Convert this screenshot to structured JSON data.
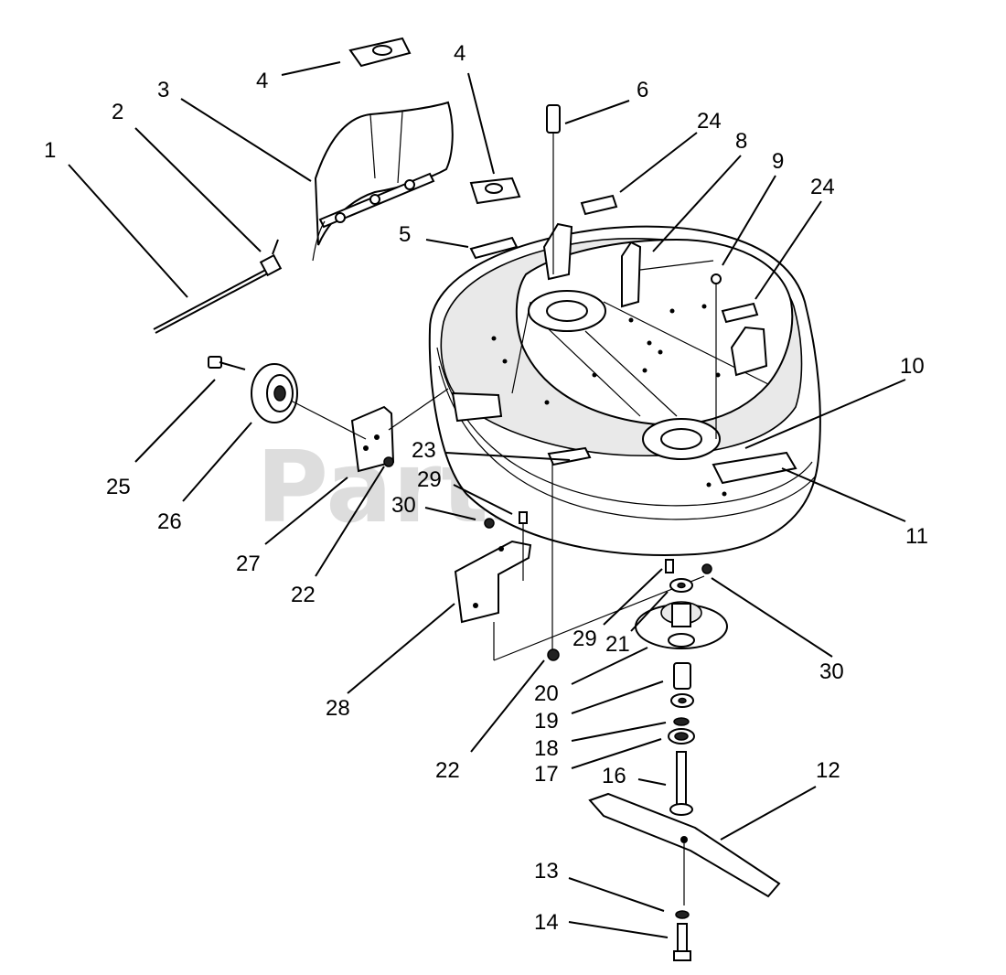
{
  "watermark": "PartsTree",
  "callouts": [
    {
      "id": "c1",
      "text": "1"
    },
    {
      "id": "c2",
      "text": "2"
    },
    {
      "id": "c3",
      "text": "3"
    },
    {
      "id": "c4a",
      "text": "4"
    },
    {
      "id": "c4b",
      "text": "4"
    },
    {
      "id": "c5",
      "text": "5"
    },
    {
      "id": "c6",
      "text": "6"
    },
    {
      "id": "c24a",
      "text": "24"
    },
    {
      "id": "c8",
      "text": "8"
    },
    {
      "id": "c9",
      "text": "9"
    },
    {
      "id": "c24b",
      "text": "24"
    },
    {
      "id": "c10",
      "text": "10"
    },
    {
      "id": "c11",
      "text": "11"
    },
    {
      "id": "c23",
      "text": "23"
    },
    {
      "id": "c29a",
      "text": "29"
    },
    {
      "id": "c30a",
      "text": "30"
    },
    {
      "id": "c25",
      "text": "25"
    },
    {
      "id": "c26",
      "text": "26"
    },
    {
      "id": "c27",
      "text": "27"
    },
    {
      "id": "c22a",
      "text": "22"
    },
    {
      "id": "c28",
      "text": "28"
    },
    {
      "id": "c29b",
      "text": "29"
    },
    {
      "id": "c21",
      "text": "21"
    },
    {
      "id": "c30b",
      "text": "30"
    },
    {
      "id": "c20",
      "text": "20"
    },
    {
      "id": "c19",
      "text": "19"
    },
    {
      "id": "c18",
      "text": "18"
    },
    {
      "id": "c17",
      "text": "17"
    },
    {
      "id": "c22b",
      "text": "22"
    },
    {
      "id": "c16",
      "text": "16"
    },
    {
      "id": "c12",
      "text": "12"
    },
    {
      "id": "c13",
      "text": "13"
    },
    {
      "id": "c14",
      "text": "14"
    }
  ]
}
